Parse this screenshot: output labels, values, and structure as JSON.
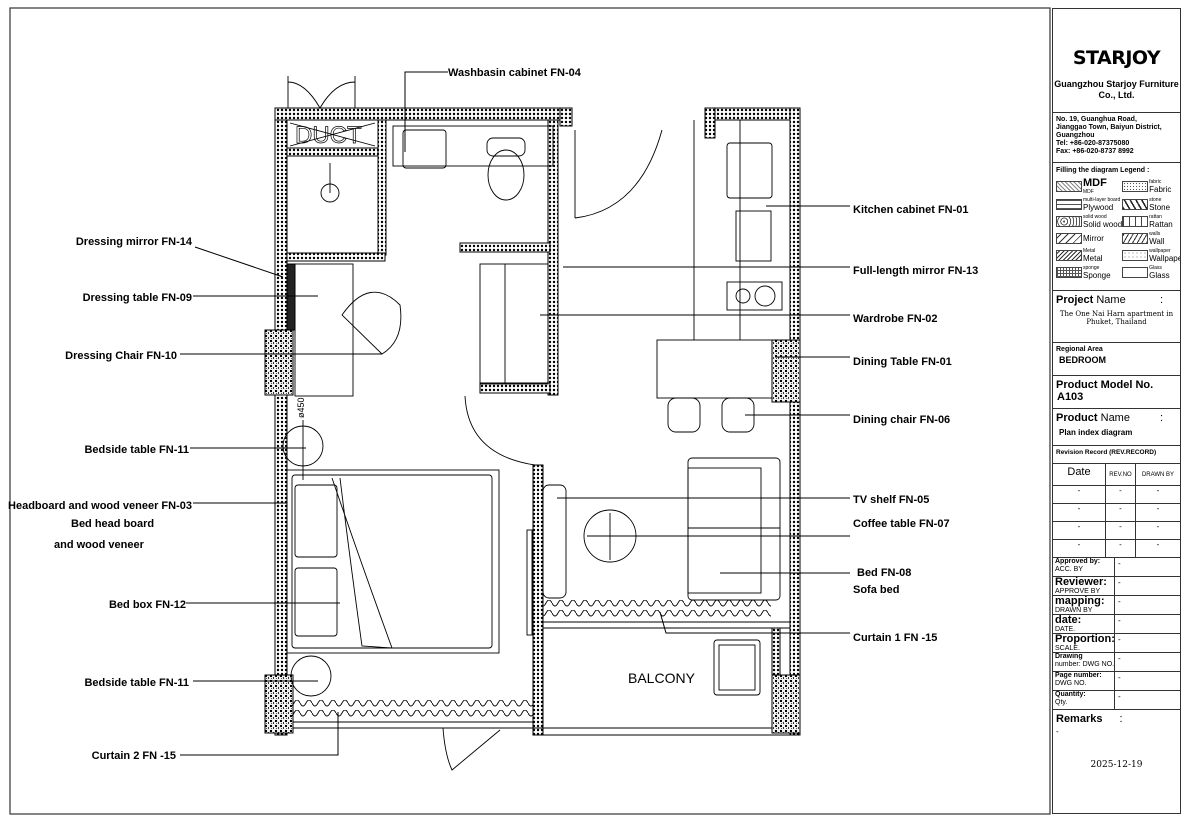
{
  "plan": {
    "room_labels": {
      "duct": "DUCT",
      "balcony": "BALCONY",
      "dimension": "ø450"
    },
    "top_labels": [
      {
        "text": "Washbasin cabinet FN-04"
      }
    ],
    "left_labels": [
      {
        "text": "Dressing mirror FN-14"
      },
      {
        "text": "Dressing table FN-09"
      },
      {
        "text": "Dressing Chair FN-10"
      },
      {
        "text": "Bedside table FN-11"
      },
      {
        "text": "Headboard and wood veneer FN-03"
      },
      {
        "text": "Bed head board"
      },
      {
        "text": "and wood veneer"
      },
      {
        "text": "Bed box FN-12"
      },
      {
        "text": "Bedside table FN-11"
      },
      {
        "text": "Curtain 2 FN -15"
      }
    ],
    "right_labels": [
      {
        "text": "Kitchen cabinet FN-01"
      },
      {
        "text": "Full-length mirror FN-13"
      },
      {
        "text": "Wardrobe FN-02"
      },
      {
        "text": "Dining Table FN-01"
      },
      {
        "text": "Dining chair FN-06"
      },
      {
        "text": "TV shelf FN-05"
      },
      {
        "text": "Coffee table FN-07"
      },
      {
        "text": "Bed FN-08"
      },
      {
        "text": "Sofa bed"
      },
      {
        "text": "Curtain 1 FN -15"
      }
    ]
  },
  "title_block": {
    "logo": "STARJOY",
    "company": "Guangzhou Starjoy Furniture Co., Ltd.",
    "address": [
      "No. 19, Guanghua Road,",
      "Jianggao Town, Baiyun District,",
      "Guangzhou",
      "Tel: +86-020-87375080",
      "Fax: +86-020-8737 8992"
    ],
    "legend_title": "Filling the diagram Legend :",
    "legend": [
      {
        "small": "",
        "label": "MDF",
        "sub": "MDF",
        "pattern": "mdf"
      },
      {
        "small": "fabric",
        "label": "Fabric",
        "sub": "",
        "pattern": "fabric"
      },
      {
        "small": "multi-layer board",
        "label": "Plywood",
        "sub": "",
        "pattern": "plywood"
      },
      {
        "small": "stone",
        "label": "Stone",
        "sub": "",
        "pattern": "stone"
      },
      {
        "small": "solid wood",
        "label": "Solid wood",
        "sub": "",
        "pattern": "solidwood"
      },
      {
        "small": "rattan",
        "label": "Rattan",
        "sub": "",
        "pattern": "rattan"
      },
      {
        "small": "",
        "label": "Mirror",
        "sub": "",
        "pattern": "mirror"
      },
      {
        "small": "walls",
        "label": "Wall",
        "sub": "",
        "pattern": "wall"
      },
      {
        "small": "Metal",
        "label": "Metal",
        "sub": "",
        "pattern": "metal"
      },
      {
        "small": "wallpaper",
        "label": "Wallpaper",
        "sub": "",
        "pattern": "wallpaper"
      },
      {
        "small": "sponge",
        "label": "Sponge",
        "sub": "",
        "pattern": "sponge"
      },
      {
        "small": "Glass",
        "label": "Glass",
        "sub": "",
        "pattern": "glass"
      }
    ],
    "project_name_label": "Project",
    "project_name_label2": "Name",
    "colon": ":",
    "project_name": "The One Nai Harn apartment in Phuket, Thailand",
    "regional_area_label": "Regional Area",
    "regional_area": "BEDROOM",
    "product_model_label": "Product Model No.",
    "product_model": "A103",
    "product_name_label": "Product",
    "product_name_label2": "Name",
    "product_name": "Plan index diagram",
    "revision_label": "Revision Record (REV.RECORD)",
    "revision_headers": [
      "Date",
      "REV.NO",
      "DRAWN BY"
    ],
    "revision_rows": [
      [
        "-",
        "-",
        "-"
      ],
      [
        "-",
        "-",
        "-"
      ],
      [
        "-",
        "-",
        "-"
      ],
      [
        "-",
        "-",
        "-"
      ]
    ],
    "fields": [
      {
        "label": "Approved by:",
        "sub": "ACC. BY",
        "value": "-"
      },
      {
        "label": "Reviewer:",
        "sub": "APPROVE BY",
        "value": "-"
      },
      {
        "label": "mapping:",
        "sub": "DRAWN BY",
        "value": "-"
      },
      {
        "label": "date:",
        "sub": "DATE.",
        "value": "-"
      },
      {
        "label": "Proportion:",
        "sub": "SCALE.",
        "value": "-"
      },
      {
        "label": "Drawing",
        "sub": "number: DWG NO.",
        "value": "-"
      },
      {
        "label": "Page number:",
        "sub": "DWG NO.",
        "value": "-"
      },
      {
        "label": "Quantity:",
        "sub": "Qty.",
        "value": "-"
      }
    ],
    "remarks_label": "Remarks",
    "remarks_value": "-",
    "date": "2025-12-19"
  }
}
